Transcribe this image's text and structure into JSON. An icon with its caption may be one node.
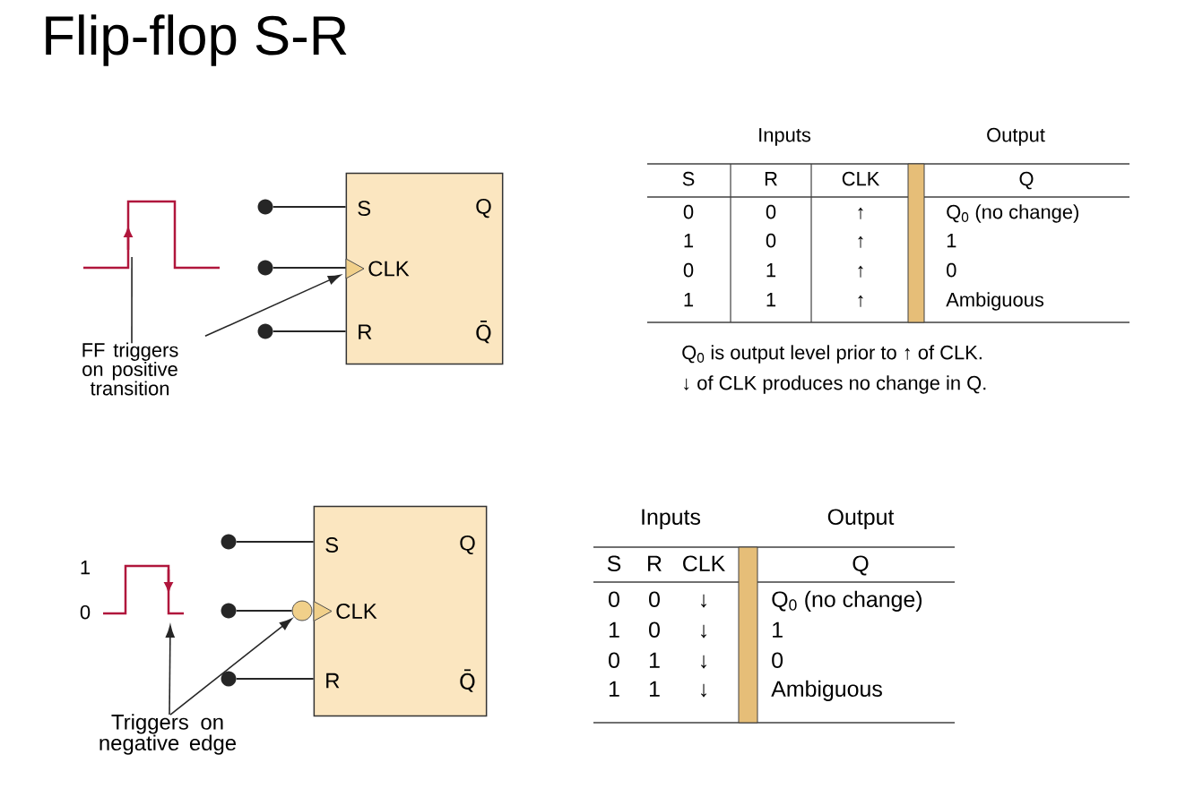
{
  "diagram": {
    "title": "Flip-flop S-R",
    "nodes": [
      {
        "text": [
          "S",
          "Q",
          "CLK",
          "R",
          "Q̄"
        ]
      },
      {
        "text": [],
        "shape": "circle"
      },
      {
        "text": [],
        "shape": "circle"
      },
      {
        "text": [],
        "shape": "circle"
      },
      {
        "text": [
          "FF triggers on positive transition"
        ]
      },
      {
        "text": [],
        "shape": "picture"
      },
      {
        "text": [
          "S",
          "Q",
          "CLK",
          "R",
          "Q̄"
        ]
      },
      {
        "text": [],
        "shape": "circle"
      },
      {
        "text": [],
        "shape": "circle"
      },
      {
        "text": [],
        "shape": "circle"
      },
      {
        "text": [
          "Triggers on negative edge"
        ]
      },
      {
        "text": [],
        "shape": "picture"
      },
      {
        "text": [],
        "shape": "circle"
      }
    ],
    "edges": [
      {
        "from": 1,
        "to": 0,
        "arrow": "none"
      },
      {
        "from": 2,
        "to": 0,
        "arrow": "none"
      },
      {
        "from": 3,
        "to": 0,
        "arrow": "none"
      },
      {
        "from": 4,
        "to": 0,
        "arrow": "to"
      },
      {
        "from": 4,
        "to": 5,
        "arrow": "none"
      },
      {
        "from": 7,
        "to": 6,
        "arrow": "none"
      },
      {
        "from": 8,
        "to": 12,
        "arrow": "none"
      },
      {
        "from": 9,
        "to": 6,
        "arrow": "none"
      },
      {
        "from": 10,
        "to": 11,
        "arrow": "to"
      },
      {
        "from": 10,
        "to": 12,
        "arrow": "to"
      }
    ],
    "labels": [
      "Inputs",
      "Output",
      "S",
      "R",
      "CLK",
      "Q",
      "0",
      "0",
      "↑",
      "Q$_{0}$ (no change)",
      "1",
      "0",
      "↑",
      "1",
      "0",
      "1",
      "↑",
      "0",
      "1",
      "1",
      "↑",
      "Ambiguous",
      "Q$_{0}$ is output level prior to ↑ of CLK.",
      "↓ of CLK produces no change in Q.",
      "1",
      "0",
      "Inputs",
      "Output",
      "S",
      "R",
      "CLK",
      "Q",
      "0",
      "0",
      "↓",
      "Q$_{0}$ (no change)",
      "1",
      "0",
      "↓",
      "1",
      "0",
      "1",
      "↓",
      "0",
      "1",
      "1",
      "↓",
      "Ambiguous"
    ]
  }
}
